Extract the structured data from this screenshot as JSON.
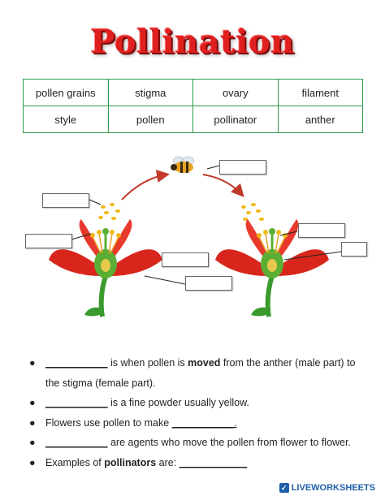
{
  "title": "Pollination",
  "word_bank": [
    [
      "pollen grains",
      "stigma",
      "ovary",
      "filament"
    ],
    [
      "style",
      "pollen",
      "pollinator",
      "anther"
    ]
  ],
  "sentences": [
    {
      "blank": "___________",
      "before": "",
      "middle": " is when pollen is ",
      "bold": "moved",
      "after": " from the anther (male part) to the stigma (female part)."
    },
    {
      "blank": "___________",
      "before": "",
      "middle": " is a fine powder usually yellow.",
      "bold": "",
      "after": ""
    },
    {
      "blank": "",
      "before": "Flowers use pollen to make ",
      "middle": "",
      "bold": "",
      "after": ""
    },
    {
      "blank": "___________",
      "before": "",
      "middle": " are agents who move the pollen from flower to flower.",
      "bold": "",
      "after": ""
    },
    {
      "blank": "",
      "before": "Examples of ",
      "middle": "",
      "bold": "pollinators",
      "after": " are: "
    }
  ],
  "s3_blank": "___________.",
  "s5_blank": "____________",
  "footer": "LIVEWORKSHEETS",
  "colors": {
    "title": "#e01f1f",
    "table_border": "#2e9a4a",
    "petal": "#d8261c",
    "stem": "#3a9a2e",
    "pollen": "#f2b818"
  }
}
